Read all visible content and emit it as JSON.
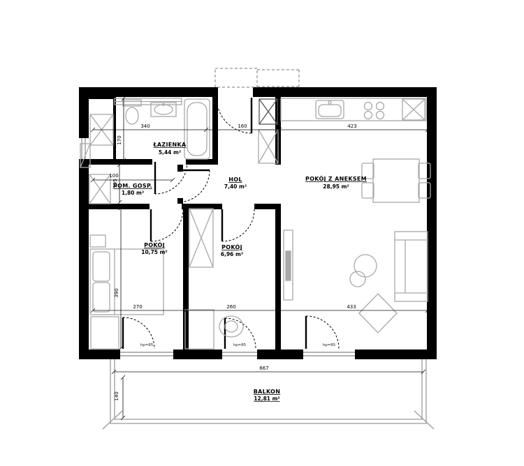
{
  "plan": {
    "rooms": [
      {
        "id": "lazienka",
        "name": "ŁAZIENKA",
        "area": "5,44 m²"
      },
      {
        "id": "pom-gosp",
        "name": "POM. GOSP.",
        "area": "1,80 m²"
      },
      {
        "id": "hol",
        "name": "HOL",
        "area": "7,40 m²"
      },
      {
        "id": "pokoj-lewy",
        "name": "POKÓJ",
        "area": "10,75 m²"
      },
      {
        "id": "pokoj-srodkowy",
        "name": "POKÓJ",
        "area": "6,96 m²"
      },
      {
        "id": "pokoj-z-aneksem",
        "name": "POKÓJ Z ANEKSEM",
        "area": "28,95 m²"
      },
      {
        "id": "balkon",
        "name": "BALKON",
        "area": "12,81 m²"
      }
    ],
    "dims": {
      "top_bath": "340",
      "top_entry": "160",
      "top_living": "423",
      "left_bath": "170",
      "left_pomgosp": "195",
      "pomgosp_width": "100",
      "left_room": "390",
      "bottom_room1": "270",
      "bottom_room2": "260",
      "bottom_living": "433",
      "balcony_width": "667",
      "balcony_depth": "140"
    },
    "window_labels": [
      "hp=85",
      "hp=85",
      "hp=85"
    ],
    "colors": {
      "wall": "#000000",
      "furniture": "#a8a8a8",
      "dims": "#111111",
      "background": "#ffffff"
    }
  }
}
